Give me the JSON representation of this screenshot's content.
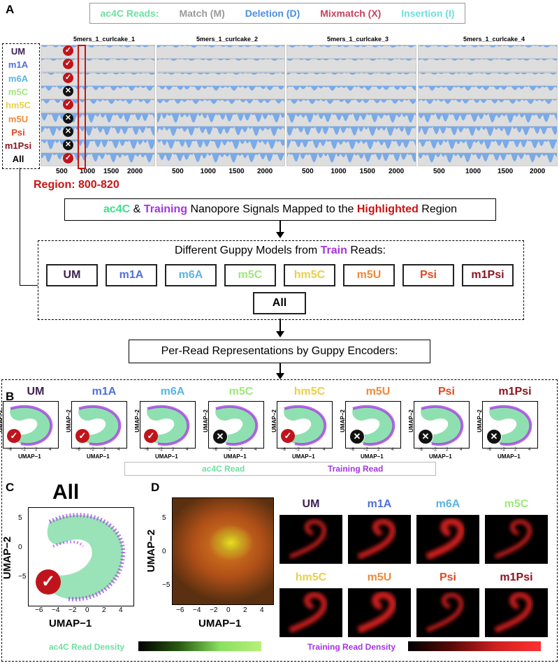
{
  "panels": {
    "a": "A",
    "b": "B",
    "c": "C",
    "d": "D"
  },
  "legend_top": {
    "reads": "ac4C Reads:",
    "match": "Match (M)",
    "deletion": "Deletion (D)",
    "mismatch": "Mixmatch (X)",
    "insertion": "Insertion (I)"
  },
  "track_titles": [
    "5mers_1_curlcake_1",
    "5mers_1_curlcake_2",
    "5mers_1_curlcake_3",
    "5mers_1_curlcake_4"
  ],
  "track_ticks": [
    "500",
    "1000",
    "1500",
    "2000"
  ],
  "rows": [
    {
      "label": "UM",
      "status": "ok"
    },
    {
      "label": "m1A",
      "status": "ok"
    },
    {
      "label": "m6A",
      "status": "ok"
    },
    {
      "label": "m5C",
      "status": "no"
    },
    {
      "label": "hm5C",
      "status": "ok"
    },
    {
      "label": "m5U",
      "status": "no"
    },
    {
      "label": "Psi",
      "status": "no"
    },
    {
      "label": "m1Psi",
      "status": "no"
    },
    {
      "label": "All",
      "status": "ok"
    }
  ],
  "region": "Region: 800-820",
  "flow1": {
    "a": "ac4C",
    "b": " & ",
    "c": "Training",
    "d": " Nanopore Signals Mapped to the ",
    "e": "Highlighted",
    "f": " Region"
  },
  "flow2": {
    "a": "Different Guppy Models from ",
    "b": "Train",
    "c": " Reads:"
  },
  "models": [
    "UM",
    "m1A",
    "m6A",
    "m5C",
    "hm5C",
    "m5U",
    "Psi",
    "m1Psi"
  ],
  "model_all": "All",
  "flow3": "Per-Read Representations by Guppy Encoders:",
  "umap_panels": [
    {
      "title": "UM",
      "status": "ok"
    },
    {
      "title": "m1A",
      "status": "ok"
    },
    {
      "title": "m6A",
      "status": "ok"
    },
    {
      "title": "m5C",
      "status": "no"
    },
    {
      "title": "hm5C",
      "status": "ok"
    },
    {
      "title": "m5U",
      "status": "no"
    },
    {
      "title": "Psi",
      "status": "no"
    },
    {
      "title": "m1Psi",
      "status": "no"
    }
  ],
  "umap_x": "UMAP−1",
  "umap_y": "UMAP−2",
  "umap_small_xticks": [
    "−6",
    "−2",
    "2",
    "4"
  ],
  "legend_b": {
    "ac4c": "ac4C Read",
    "train": "Training Read"
  },
  "panel_c": {
    "title": "All",
    "xticks": [
      "−6",
      "−4",
      "−2",
      "0",
      "2",
      "4"
    ],
    "yticks": [
      "5",
      "0",
      "−5"
    ]
  },
  "panel_d": {
    "xticks": [
      "−6",
      "−4",
      "−2",
      "0",
      "2",
      "4"
    ],
    "yticks": [
      "5",
      "0",
      "−5"
    ],
    "heatmaps": [
      "UM",
      "m1A",
      "m6A",
      "m5C",
      "hm5C",
      "m5U",
      "Psi",
      "m1Psi"
    ]
  },
  "density": {
    "ac4c": "ac4C Read Density",
    "train": "Training Read Density"
  },
  "colors": {
    "UM": "#3b2151",
    "m1A": "#4f6fdc",
    "m6A": "#5bb4e0",
    "m5C": "#9ee87a",
    "hm5C": "#e8d04a",
    "m5U": "#ee8a3c",
    "Psi": "#e0491f",
    "m1Psi": "#8a1420",
    "ac4c": "#6ee0a0",
    "match": "#999999",
    "deletion": "#4a8ee0",
    "mismatch": "#c8425a",
    "insertion": "#6fdde0",
    "training": "#a335e0",
    "highlight": "#c81414"
  }
}
